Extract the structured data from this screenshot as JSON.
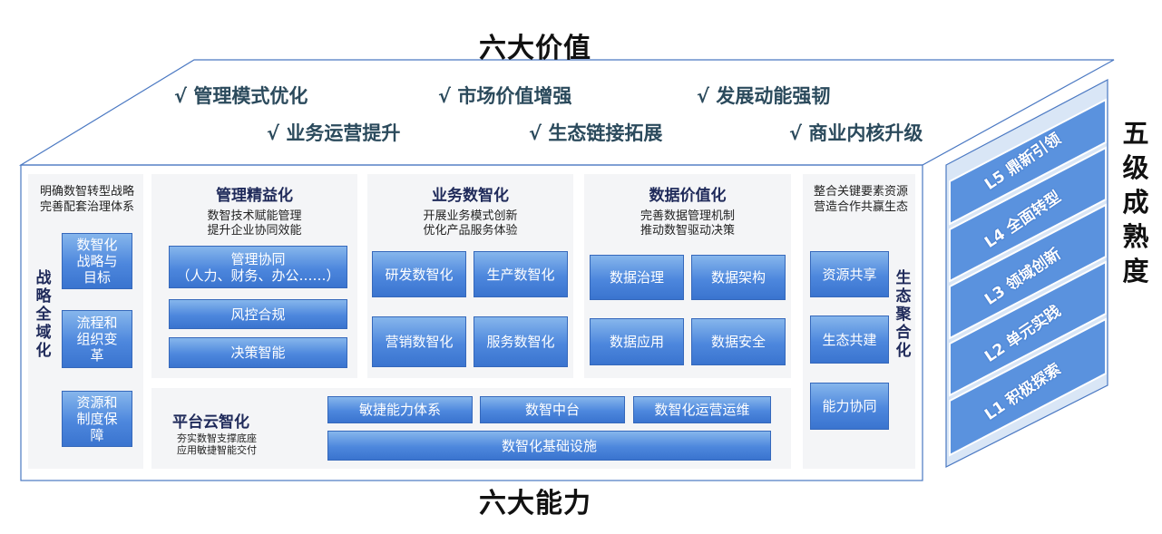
{
  "top_title": "六大价值",
  "bottom_title": "六大能力",
  "values": [
    "√ 管理模式优化",
    "√ 市场价值增强",
    "√ 发展动能强韧",
    "√ 业务运营提升",
    "√ 生态链接拓展",
    "√ 商业内核升级"
  ],
  "strategy": {
    "desc_line1": "明确数智转型战略",
    "desc_line2": "完善配套治理体系",
    "vertical": [
      "战",
      "略",
      "全",
      "域",
      "化"
    ],
    "boxes": [
      {
        "line1": "数智化",
        "line2": "战略与",
        "line3": "目标"
      },
      {
        "line1": "流程和",
        "line2": "组织变",
        "line3": "革"
      },
      {
        "line1": "资源和",
        "line2": "制度保",
        "line3": "障"
      }
    ]
  },
  "management": {
    "title": "管理精益化",
    "desc_line1": "数智技术赋能管理",
    "desc_line2": "提升企业协同效能",
    "items": [
      {
        "line1": "管理协同",
        "line2": "（人力、财务、办公……）"
      },
      {
        "line1": "风控合规"
      },
      {
        "line1": "决策智能"
      }
    ]
  },
  "business": {
    "title": "业务数智化",
    "desc_line1": "开展业务模式创新",
    "desc_line2": "优化产品服务体验",
    "items": [
      "研发数智化",
      "生产数智化",
      "营销数智化",
      "服务数智化"
    ]
  },
  "data_value": {
    "title": "数据价值化",
    "desc_line1": "完善数据管理机制",
    "desc_line2": "推动数智驱动决策",
    "items": [
      "数据治理",
      "数据架构",
      "数据应用",
      "数据安全"
    ]
  },
  "ecosystem": {
    "desc_line1": "整合关键要素资源",
    "desc_line2": "营造合作共赢生态",
    "vertical": [
      "生",
      "态",
      "聚",
      "合",
      "化"
    ],
    "items": [
      "资源共享",
      "生态共建",
      "能力协同"
    ]
  },
  "platform": {
    "title": "平台云智化",
    "desc_line1": "夯实数智支撑底座",
    "desc_line2": "应用敏捷智能交付",
    "items": [
      "敏捷能力体系",
      "数智中台",
      "数智化运营运维"
    ],
    "base": "数智化基础设施"
  },
  "maturity": {
    "title_chars": [
      "五",
      "级",
      "成",
      "熟",
      "度"
    ],
    "levels": [
      "L5  鼎新引领",
      "L4  全面转型",
      "L3  领域创新",
      "L2  单元实践",
      "L1  积极探索"
    ]
  },
  "colors": {
    "button_top": "#86b6ec",
    "button_bottom": "#3a74cf",
    "heading": "#1f2a5a",
    "value_text": "#2b4a5c",
    "frame_line": "#4a78c2"
  }
}
